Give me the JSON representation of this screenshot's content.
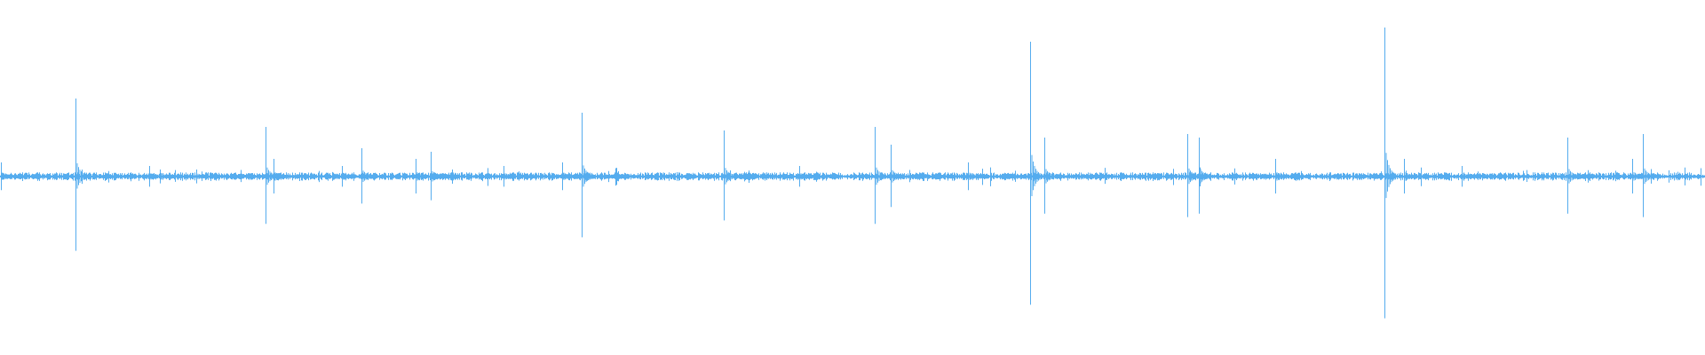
{
  "waveform": {
    "color": "#55acee",
    "background": "#ffffff",
    "baseline_amplitude": 0.012,
    "spikes": [
      {
        "position": 0.0005,
        "amplitude": 0.04
      },
      {
        "position": 0.0445,
        "amplitude": 0.22
      },
      {
        "position": 0.0875,
        "amplitude": 0.03
      },
      {
        "position": 0.0935,
        "amplitude": 0.02
      },
      {
        "position": 0.115,
        "amplitude": 0.02
      },
      {
        "position": 0.1555,
        "amplitude": 0.14
      },
      {
        "position": 0.1605,
        "amplitude": 0.05
      },
      {
        "position": 0.2005,
        "amplitude": 0.03
      },
      {
        "position": 0.212,
        "amplitude": 0.08
      },
      {
        "position": 0.2435,
        "amplitude": 0.05
      },
      {
        "position": 0.2525,
        "amplitude": 0.07
      },
      {
        "position": 0.2955,
        "amplitude": 0.03
      },
      {
        "position": 0.3295,
        "amplitude": 0.04
      },
      {
        "position": 0.341,
        "amplitude": 0.18
      },
      {
        "position": 0.4245,
        "amplitude": 0.13
      },
      {
        "position": 0.4685,
        "amplitude": 0.03
      },
      {
        "position": 0.513,
        "amplitude": 0.14
      },
      {
        "position": 0.5225,
        "amplitude": 0.09
      },
      {
        "position": 0.5675,
        "amplitude": 0.04
      },
      {
        "position": 0.604,
        "amplitude": 0.38
      },
      {
        "position": 0.6125,
        "amplitude": 0.11
      },
      {
        "position": 0.6965,
        "amplitude": 0.12
      },
      {
        "position": 0.703,
        "amplitude": 0.11
      },
      {
        "position": 0.748,
        "amplitude": 0.05
      },
      {
        "position": 0.812,
        "amplitude": 0.42
      },
      {
        "position": 0.8235,
        "amplitude": 0.05
      },
      {
        "position": 0.8575,
        "amplitude": 0.03
      },
      {
        "position": 0.9195,
        "amplitude": 0.11
      },
      {
        "position": 0.9575,
        "amplitude": 0.05
      },
      {
        "position": 0.9635,
        "amplitude": 0.12
      }
    ]
  }
}
